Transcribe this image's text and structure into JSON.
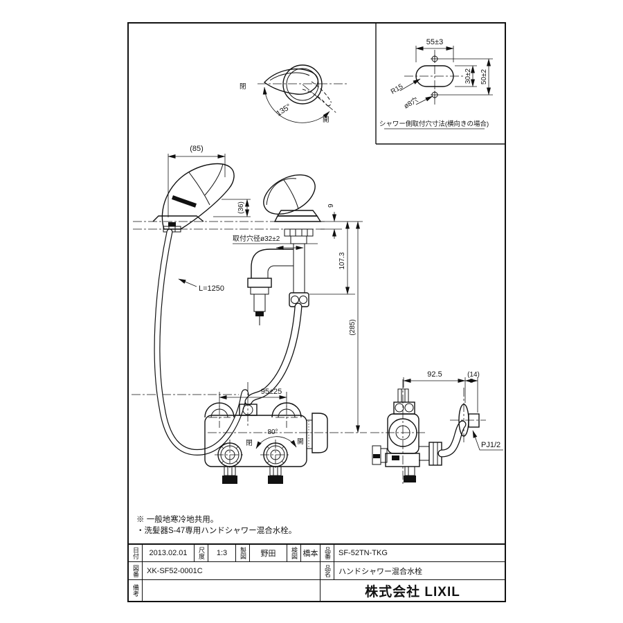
{
  "drawing": {
    "detail_view": {
      "caption": "シャワー側取付穴寸法(横向きの場合)",
      "dim_width": "55±3",
      "dim_slot_height": "30±2",
      "dim_hole_pitch": "50±2",
      "radius_label": "R15",
      "hole_label": "ø8穴"
    },
    "handle_view": {
      "angle_label": "135°",
      "open_label": "開",
      "close_label": "閉"
    },
    "shower": {
      "dim_width": "(85)",
      "dim_height": "(36)",
      "hose_label": "L=1250"
    },
    "spout": {
      "dim_deck_thickness": "9",
      "dim_under_counter": "107.3",
      "dim_total": "(285)",
      "hole_label": "取付穴径ø32±2"
    },
    "valve_front": {
      "dim_pitch": "95±25",
      "angle_label": "80°",
      "open_label": "開",
      "close_label": "閉"
    },
    "valve_side": {
      "dim_reach": "92.5",
      "dim_wall": "(14)",
      "thread_label": "PJ1/2"
    },
    "notes": [
      "※ 一般地寒冷地共用。",
      "・洗髪器S-47専用ハンドシャワー混合水栓。"
    ],
    "title_block": {
      "date_label": "日付",
      "date": "2013.02.01",
      "scale_label": "尺度",
      "scale": "1:3",
      "drafter_label": "製図",
      "drafter": "野田",
      "checker_label": "検図",
      "checker": "橋本",
      "part_no_label": "品番",
      "part_no": "SF-52TN-TKG",
      "dwg_no_label": "図番",
      "dwg_no": "XK-SF52-0001C",
      "product_label": "品名",
      "product": "ハンドシャワー混合水栓",
      "remarks_label": "備考",
      "remarks": "",
      "company": "株式会社 LIXIL"
    }
  }
}
